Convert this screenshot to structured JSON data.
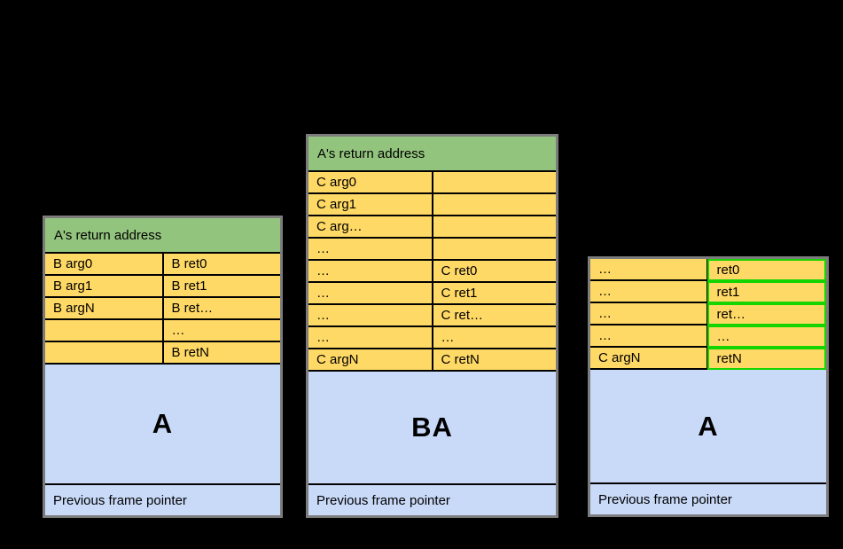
{
  "background": "#000000",
  "palette": {
    "header_green": "#93c47d",
    "cell_yellow": "#ffd966",
    "frame_blue": "#c9daf8",
    "highlight_border_green": "#15d400",
    "outer_border_gray": "#7c7c7c",
    "grid_line_black": "#000000"
  },
  "tables": [
    {
      "name": "left-stack",
      "header": "A's return address",
      "rows": [
        {
          "left": "B arg0",
          "right": "B ret0"
        },
        {
          "left": "B arg1",
          "right": "B ret1"
        },
        {
          "left": "B argN",
          "right": "B ret…"
        },
        {
          "left": "",
          "right": "…"
        },
        {
          "left": "",
          "right": "B retN"
        }
      ],
      "frame_label": "A",
      "footer": "Previous frame pointer"
    },
    {
      "name": "middle-stack",
      "header": "A's return address",
      "rows": [
        {
          "left": "C arg0",
          "right": ""
        },
        {
          "left": "C arg1",
          "right": ""
        },
        {
          "left": "C arg…",
          "right": ""
        },
        {
          "left": "…",
          "right": ""
        },
        {
          "left": "…",
          "right": "C ret0"
        },
        {
          "left": "…",
          "right": "C ret1"
        },
        {
          "left": "…",
          "right": "C ret…"
        },
        {
          "left": "…",
          "right": "…"
        },
        {
          "left": "C argN",
          "right": "C retN"
        }
      ],
      "frame_label": "BA",
      "footer": "Previous frame pointer"
    },
    {
      "name": "right-stack",
      "rows": [
        {
          "left": "…",
          "right": "ret0"
        },
        {
          "left": "…",
          "right": "ret1"
        },
        {
          "left": "…",
          "right": "ret…"
        },
        {
          "left": "…",
          "right": "…"
        },
        {
          "left": "C argN",
          "right": "retN"
        }
      ],
      "frame_label": "A",
      "footer": "Previous frame pointer"
    }
  ]
}
